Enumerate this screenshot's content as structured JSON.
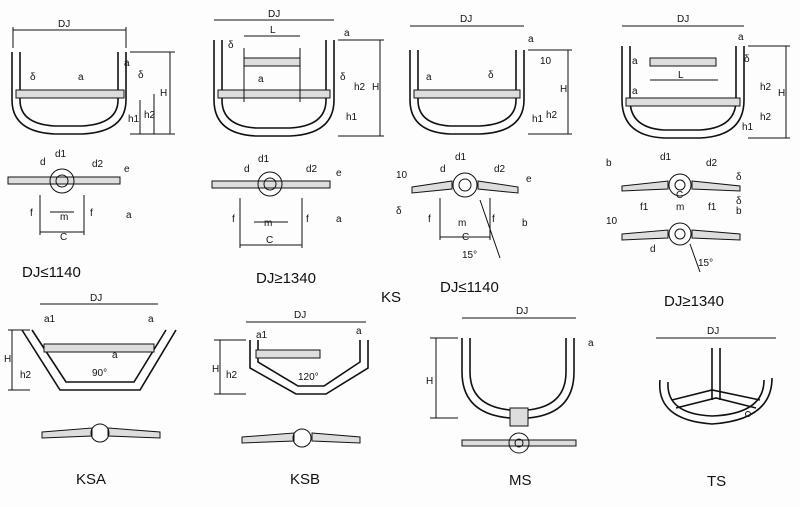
{
  "labels": {
    "dj": "DJ",
    "a": "a",
    "a1": "a1",
    "delta": "δ",
    "H": "H",
    "h1": "h1",
    "h2": "h2",
    "L": "L",
    "d": "d",
    "d1": "d1",
    "d2": "d2",
    "e": "e",
    "f": "f",
    "f1": "f1",
    "m": "m",
    "C": "C",
    "b": "b",
    "ten": "10",
    "fifteen": "15°",
    "ninety": "90°",
    "onetwenty": "120°"
  },
  "captions": {
    "ks_le1140_a": "DJ≤1140",
    "ks_ge1340_a": "DJ≥1340",
    "ks_le1140_b": "DJ≤1140",
    "ks_ge1340_b": "DJ≥1340",
    "ks": "KS",
    "ksa": "KSA",
    "ksb": "KSB",
    "ms": "MS",
    "ts": "TS"
  }
}
